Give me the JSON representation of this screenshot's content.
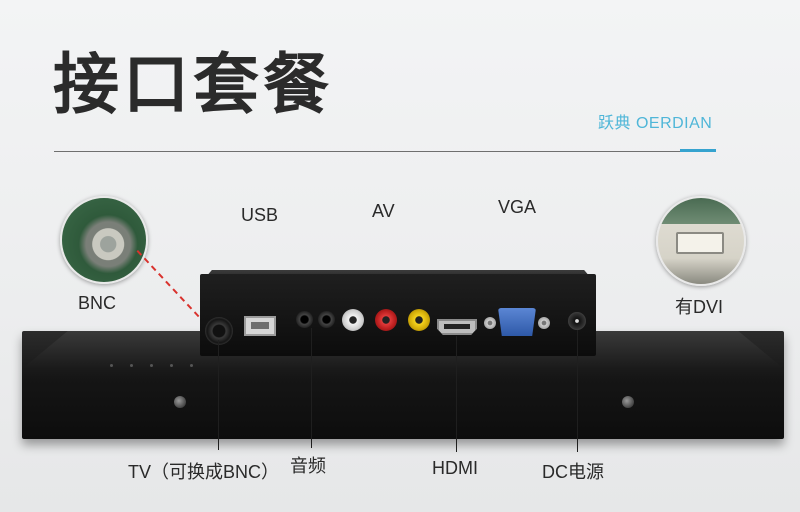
{
  "header": {
    "title": "接口套餐",
    "brand": "跃典 OERDIAN",
    "accent_color": "#36a3cf"
  },
  "labels": {
    "usb": "USB",
    "av": "AV",
    "vga": "VGA",
    "bnc": "BNC",
    "dvi": "有DVI",
    "tv": "TV（可换成BNC）",
    "audio": "音频",
    "hdmi": "HDMI",
    "dc": "DC电源"
  },
  "ports": {
    "icons": [
      "bnc-port-icon",
      "usb-port-icon",
      "audio-jack-icon",
      "rca-white-icon",
      "rca-red-icon",
      "rca-yellow-icon",
      "hdmi-port-icon",
      "vga-port-icon",
      "dc-power-port-icon"
    ],
    "colors": {
      "rca_white": "#f2f2f2",
      "rca_red": "#e23b3b",
      "rca_yellow": "#f5d21e",
      "vga_blue": "#3c6cc4"
    }
  }
}
